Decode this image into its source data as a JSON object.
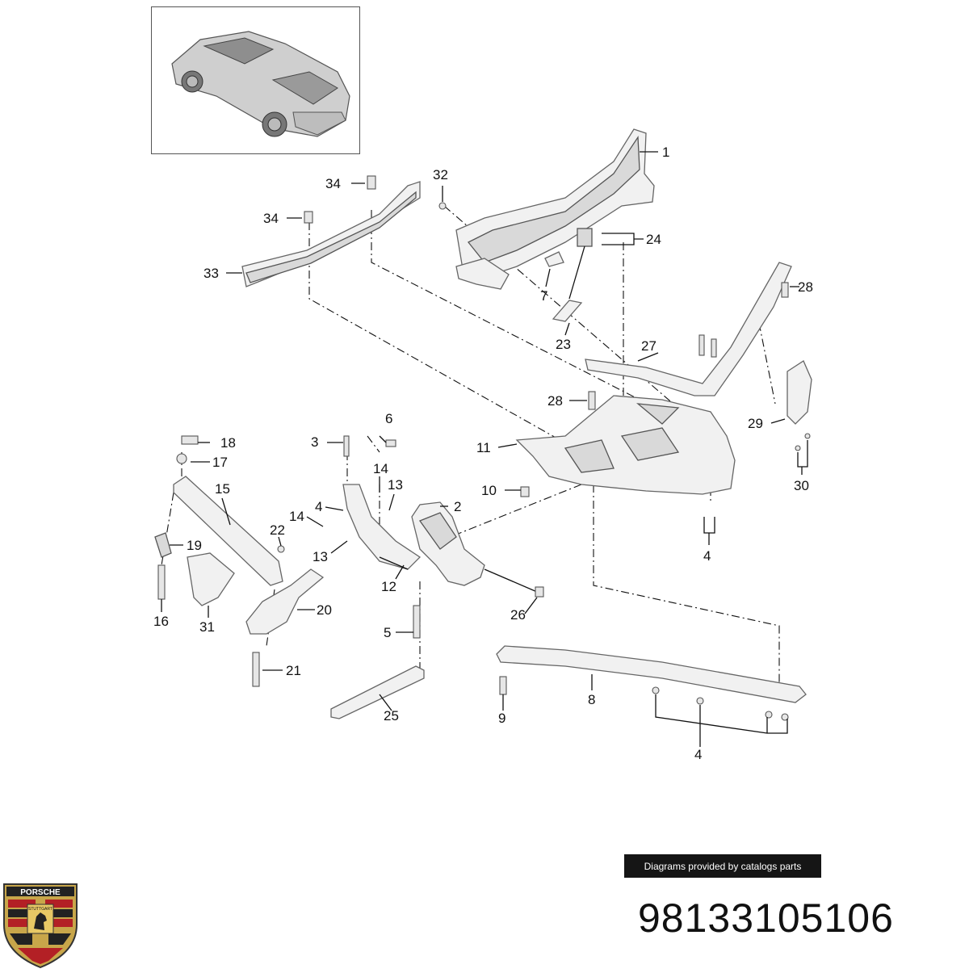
{
  "credit": "Diagrams provided by catalogs parts",
  "part_number": "98133105106",
  "logo": {
    "name": "porsche-crest",
    "text_top": "PORSCHE",
    "text_mid": "STUTTGART"
  },
  "callouts": [
    "1",
    "2",
    "3",
    "4",
    "5",
    "6",
    "7",
    "8",
    "9",
    "10",
    "11",
    "12",
    "13",
    "14",
    "15",
    "16",
    "17",
    "18",
    "19",
    "20",
    "21",
    "22",
    "23",
    "24",
    "25",
    "26",
    "27",
    "28",
    "29",
    "30",
    "31",
    "32",
    "33",
    "34"
  ]
}
